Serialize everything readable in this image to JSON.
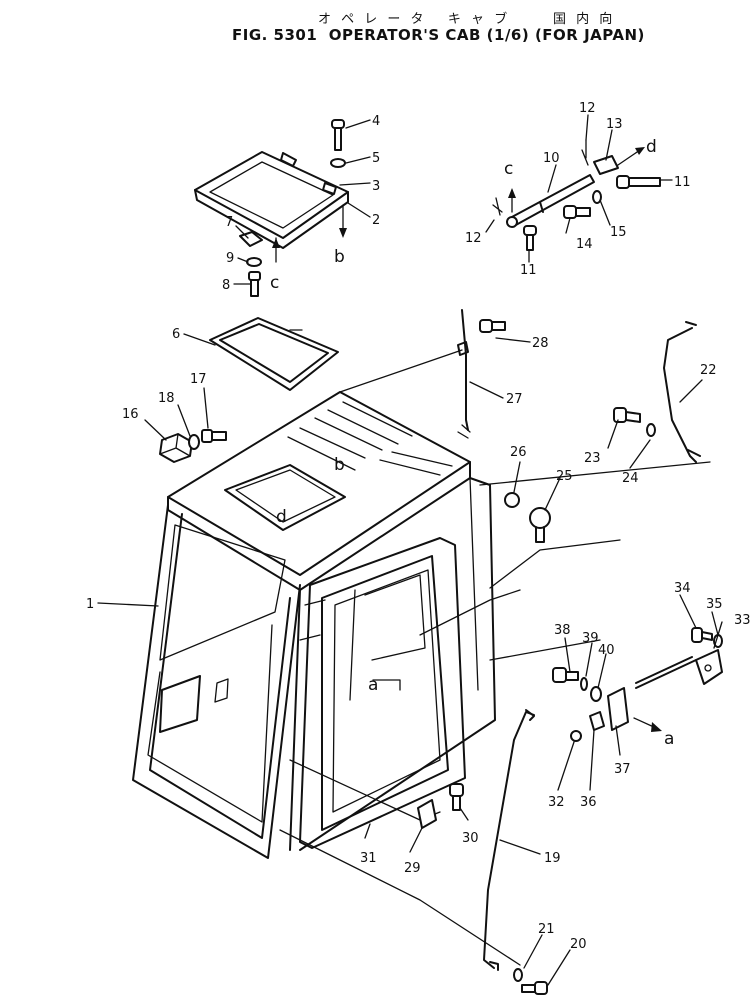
{
  "header": {
    "title_jp": "オ ペ レ ー タ   キ ャ ブ      国 内 向",
    "title_en": "FIG. 5301  OPERATOR'S CAB (1/6) (FOR JAPAN)"
  },
  "callouts": {
    "p1": "1",
    "p2": "2",
    "p3": "3",
    "p4": "4",
    "p5": "5",
    "p6": "6",
    "p7": "7",
    "p8": "8",
    "p9": "9",
    "p10": "10",
    "p11a": "11",
    "p11b": "11",
    "p12a": "12",
    "p12b": "12",
    "p13": "13",
    "p14": "14",
    "p15": "15",
    "p16": "16",
    "p17": "17",
    "p18": "18",
    "p19": "19",
    "p20": "20",
    "p21": "21",
    "p22": "22",
    "p23": "23",
    "p24": "24",
    "p25": "25",
    "p26": "26",
    "p27": "27",
    "p28": "28",
    "p29": "29",
    "p30": "30",
    "p31": "31",
    "p32": "32",
    "p33": "33",
    "p34": "34",
    "p35": "35",
    "p36": "36",
    "p37": "37",
    "p38": "38",
    "p39": "39",
    "p40": "40"
  },
  "letters": {
    "a1": "a",
    "a2": "a",
    "b1": "b",
    "b2": "b",
    "c1": "c",
    "c2": "c",
    "d1": "d",
    "d2": "d"
  }
}
